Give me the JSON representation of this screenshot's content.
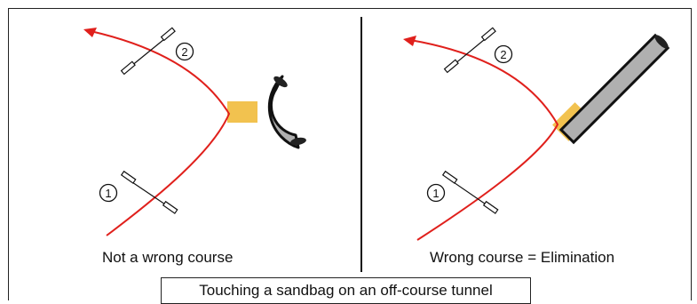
{
  "panels": [
    {
      "caption": "Not a wrong course",
      "gate_labels": [
        "1",
        "2"
      ]
    },
    {
      "caption": "Wrong course = Elimination",
      "gate_labels": [
        "1",
        "2"
      ]
    }
  ],
  "title": "Touching a sandbag on an off-course tunnel",
  "colors": {
    "path": "#e0201c",
    "sandbag": "#f2c24f",
    "tunnel_fill": "#b0b0b0",
    "line": "#111111"
  },
  "icons": [
    "arrow-head-icon",
    "jump-bar-icon",
    "tunnel-icon",
    "sandbag-icon"
  ]
}
